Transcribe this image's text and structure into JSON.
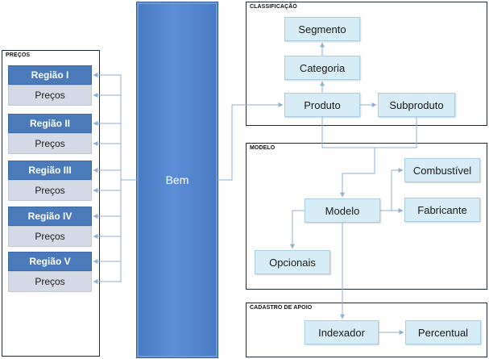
{
  "panels": {
    "precos": "PREÇOS",
    "classificacao": "CLASSIFICAÇÃO",
    "modelo": "MODELO",
    "cadastro": "CADASTRO DE APOIO"
  },
  "bem": "Bem",
  "regions": [
    {
      "name": "Região I",
      "sub": "Preços"
    },
    {
      "name": "Região II",
      "sub": "Preços"
    },
    {
      "name": "Região III",
      "sub": "Preços"
    },
    {
      "name": "Região IV",
      "sub": "Preços"
    },
    {
      "name": "Região V",
      "sub": "Preços"
    }
  ],
  "classificacao": {
    "segmento": "Segmento",
    "categoria": "Categoria",
    "produto": "Produto",
    "subproduto": "Subproduto"
  },
  "modelo": {
    "combustivel": "Combustível",
    "modelo": "Modelo",
    "fabricante": "Fabricante",
    "opcionais": "Opcionais"
  },
  "cadastro": {
    "indexador": "Indexador",
    "percentual": "Percentual"
  }
}
